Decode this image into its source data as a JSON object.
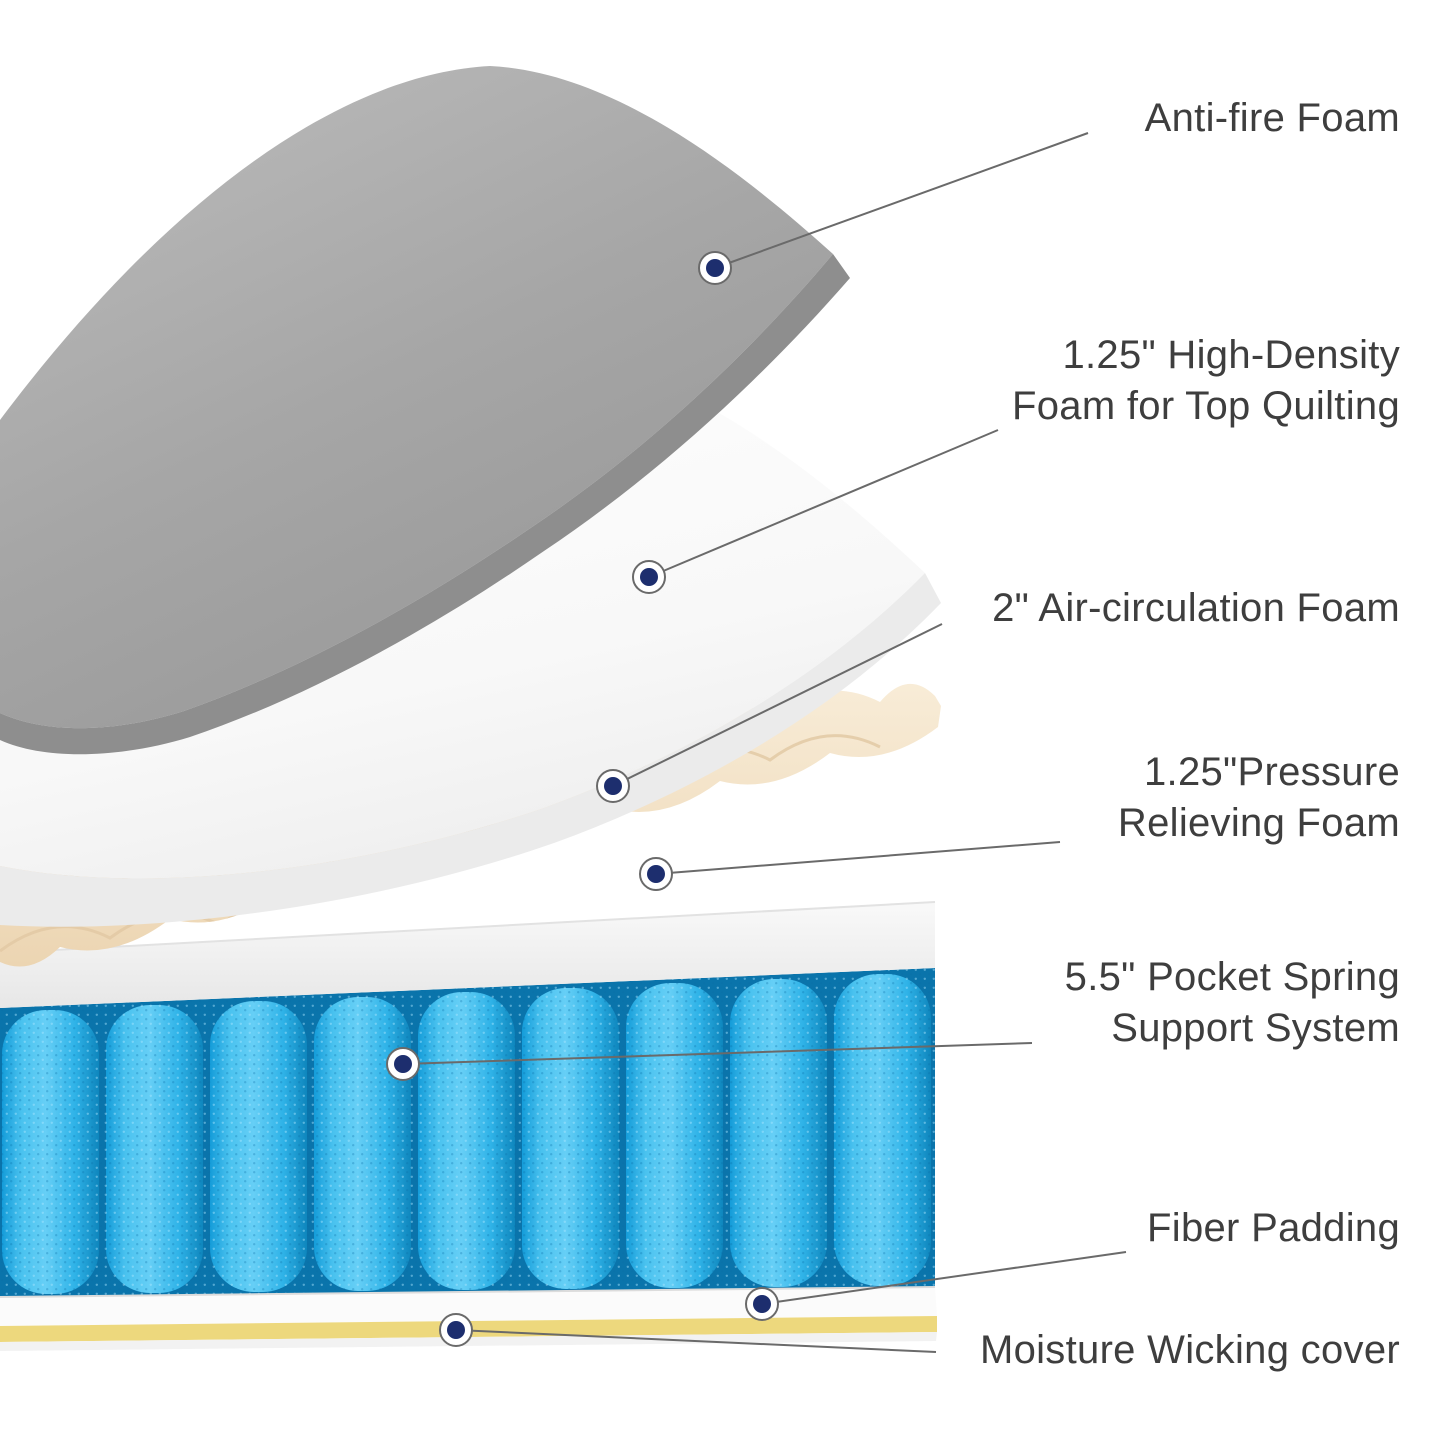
{
  "figure": {
    "type": "mattress-layer-diagram",
    "marker_count": 7
  },
  "labels": [
    {
      "name": "anti-fire-foam",
      "line1": "Anti-fire Foam"
    },
    {
      "name": "high-density-foam",
      "line1": "1.25\" High-Density",
      "line2": "Foam for Top Quilting"
    },
    {
      "name": "air-circulation-foam",
      "line1": "2\" Air-circulation Foam"
    },
    {
      "name": "pressure-relieving-foam",
      "line1": "1.25\"Pressure",
      "line2": "Relieving Foam"
    },
    {
      "name": "pocket-spring-system",
      "line1": "5.5\" Pocket Spring",
      "line2": "Support System"
    },
    {
      "name": "fiber-padding",
      "line1": "Fiber Padding"
    },
    {
      "name": "moisture-wicking-cover",
      "line1": "Moisture Wicking cover"
    }
  ],
  "layers": [
    {
      "name": "anti-fire-foam",
      "color": "#a5a5a5"
    },
    {
      "name": "high-density-foam",
      "color": "#f7f7f7"
    },
    {
      "name": "air-circulation-foam",
      "color": "#f2dfc2"
    },
    {
      "name": "pressure-relieving-foam",
      "color": "#f4f4f4"
    },
    {
      "name": "pocket-spring-system",
      "color": "#39bbee"
    },
    {
      "name": "fiber-padding",
      "color": "#fbfbfb"
    },
    {
      "name": "moisture-wicking-cover",
      "color": "#edd87d"
    }
  ],
  "colors": {
    "marker_navy": "#1d2e6e",
    "line_gray": "#6a6a6a",
    "text_gray": "#3e3e3e",
    "foam_gray": "#a5a5a5",
    "foam_gray_edge": "#8e8e8e",
    "foam_white": "#f7f7f7",
    "foam_cream": "#f2dfc2",
    "spring_blue": "#39bbee",
    "spring_dark": "#0a74ab",
    "moisture_yellow": "#edd87d"
  }
}
